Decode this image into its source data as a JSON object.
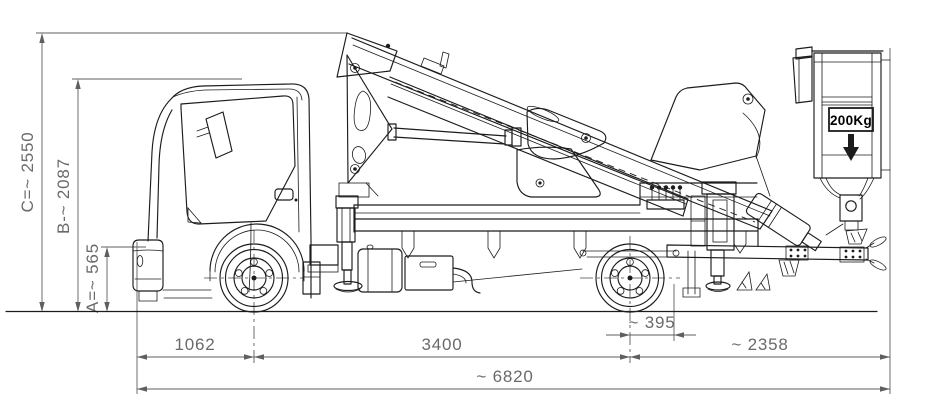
{
  "drawing": {
    "title": "truck-mounted-aerial-platform-side-view",
    "colors": {
      "background": "#ffffff",
      "line": "#1c1c1c",
      "dimension": "#6a6a6a"
    },
    "basket": {
      "capacity": "200Kg"
    },
    "dimensions": {
      "overall_height": "C=~ 2550",
      "cab_height": "B-~ 2087",
      "frame_height": "A=~ 565",
      "front_overhang": "1062",
      "wheelbase": "3400",
      "axle_to_slew": "~ 395",
      "rear_overhang": "~ 2358",
      "overall_length": "~ 6820"
    }
  }
}
